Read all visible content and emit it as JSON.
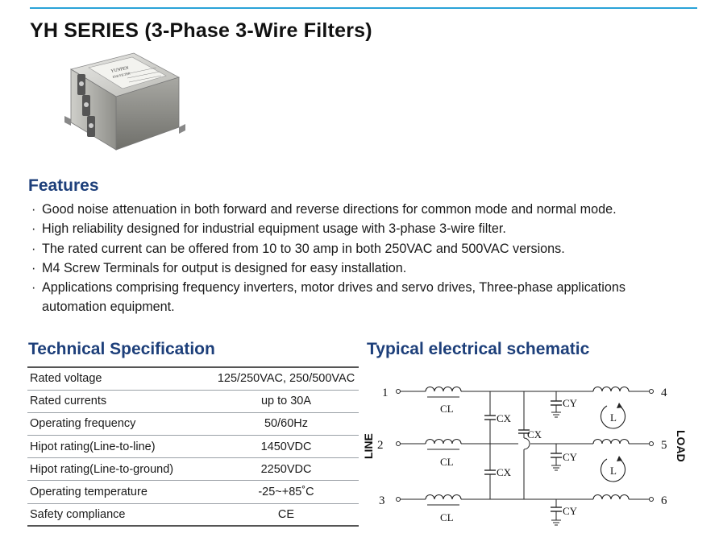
{
  "page": {
    "title": "YH SERIES (3-Phase 3-Wire Filters)",
    "accent_color": "#2aa3d8",
    "heading_color": "#1d3f7a"
  },
  "product_photo": {
    "label_brand": "YUNPEN",
    "label_line2": "EMI FILTER"
  },
  "features": {
    "title": "Features",
    "bullet": "·",
    "items": [
      "Good noise attenuation in both forward and reverse directions for common mode and normal mode.",
      "High reliability designed for industrial equipment usage with 3-phase 3-wire filter.",
      "The rated current can be offered from 10 to 30 amp in both 250VAC and 500VAC versions.",
      "M4 Screw Terminals for output is designed for easy installation.",
      "Applications comprising frequency inverters, motor drives and servo drives, Three-phase applications automation equipment."
    ]
  },
  "spec": {
    "title": "Technical Specification",
    "rows": [
      {
        "label": "Rated voltage",
        "value": "125/250VAC, 250/500VAC"
      },
      {
        "label": "Rated currents",
        "value": "up to 30A"
      },
      {
        "label": "Operating frequency",
        "value": "50/60Hz"
      },
      {
        "label": "Hipot rating(Line-to-line)",
        "value": "1450VDC"
      },
      {
        "label": "Hipot rating(Line-to-ground)",
        "value": "2250VDC"
      },
      {
        "label": "Operating temperature",
        "value": "-25~+85˚C"
      },
      {
        "label": "Safety compliance",
        "value": "CE"
      }
    ]
  },
  "schematic": {
    "title": "Typical electrical schematic",
    "side_left": "LINE",
    "side_right": "LOAD",
    "inputs": [
      "1",
      "2",
      "3"
    ],
    "outputs": [
      "4",
      "5",
      "6"
    ],
    "inductor_label": "CL",
    "cx_label": "CX",
    "cy_label": "CY",
    "choke_label": "L"
  }
}
